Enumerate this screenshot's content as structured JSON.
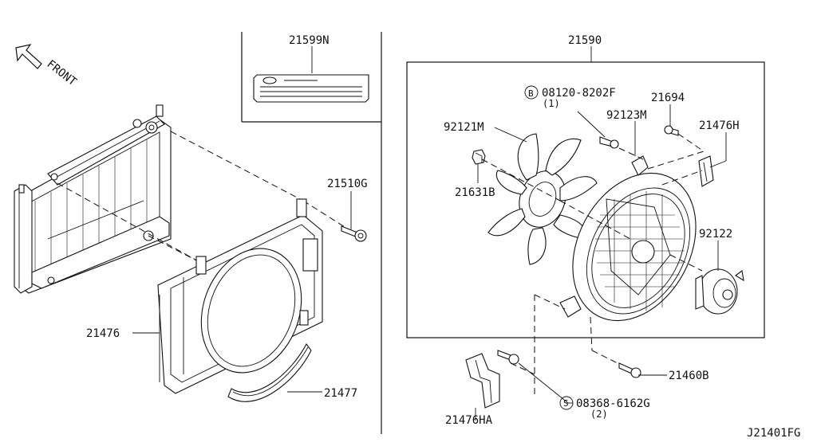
{
  "parts": {
    "front": "FRONT",
    "p21599n": "21599N",
    "p21590": "21590",
    "p08120": "08120-8202F",
    "p08120_prefix": "B",
    "p08120_qty": "(1)",
    "p21694": "21694",
    "p92121m": "92121M",
    "p92123m": "92123M",
    "p21476h": "21476H",
    "p21631b": "21631B",
    "p21510g": "21510G",
    "p92122": "92122",
    "p21476": "21476",
    "p21460b": "21460B",
    "p21477": "21477",
    "p08368": "08368-6162G",
    "p08368_prefix": "S",
    "p08368_qty": "(2)",
    "p21476ha": "21476HA",
    "diagram_id": "J21401FG"
  }
}
